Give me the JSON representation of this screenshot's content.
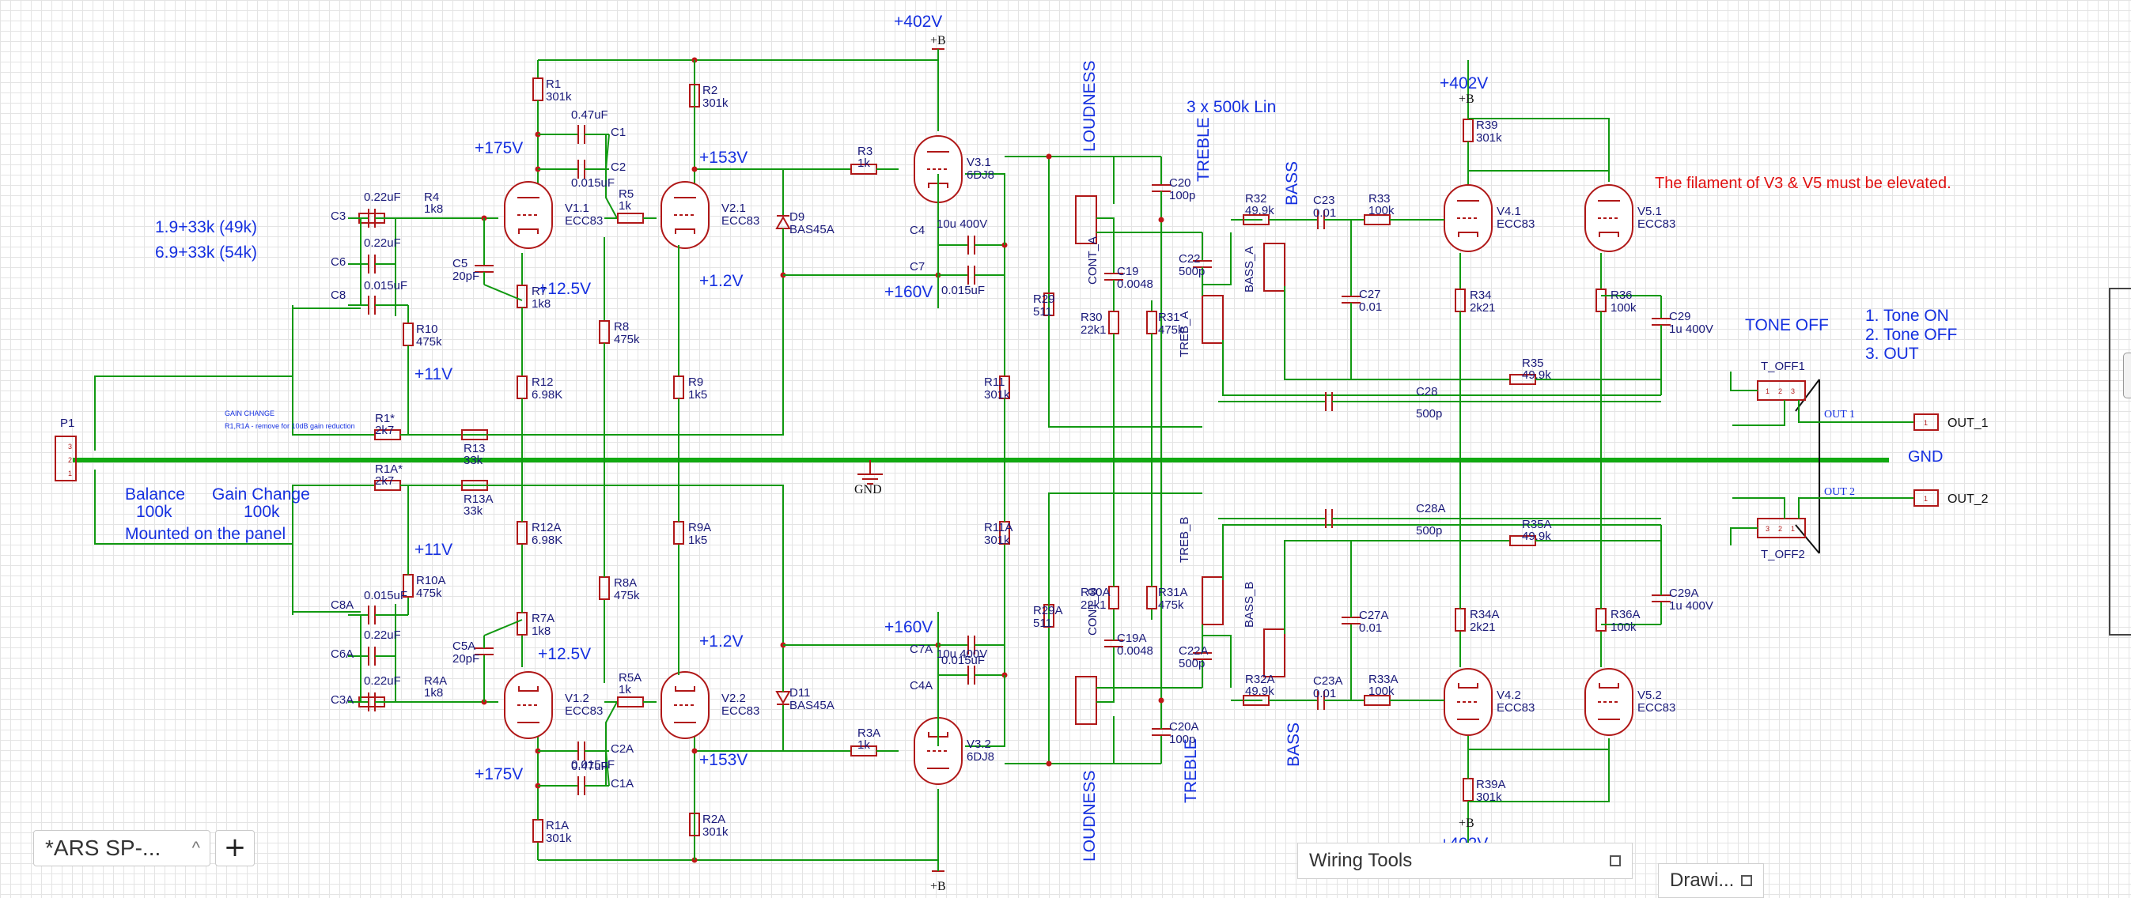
{
  "tab": {
    "title": "*ARS SP-...",
    "chevron": "^",
    "add_label": "+"
  },
  "panels": {
    "wiring_title": "Wiring Tools",
    "drawing_title": "Drawi..."
  },
  "annotations": {
    "gain1": "1.9+33k (49k)",
    "gain2": "6.9+33k (54k)",
    "gain_change_small": "GAIN CHANGE",
    "gain_change_note": "R1,R1A - remove for 10dB gain reduction",
    "balance": "Balance",
    "balance_value": "100k",
    "gain_change": "Gain Change",
    "gain_change_value": "100k",
    "mounted": "Mounted on the panel",
    "filament_note": "The filament of V3 & V5 must be elevated.",
    "pots": "3 x 500k Lin",
    "tone_off": "TONE OFF",
    "tone_on_list": [
      "1. Tone ON",
      "2. Tone OFF",
      "3. OUT"
    ],
    "loudness": "LOUDNESS",
    "treble": "TREBLE",
    "bass": "BASS"
  },
  "voltages": {
    "b402": "+402V",
    "v175": "+175V",
    "v153": "+153V",
    "v12_5": "+12.5V",
    "v1_2": "+1.2V",
    "v160": "+160V",
    "v11": "+11V",
    "plusB": "+B"
  },
  "nets": {
    "gnd": "GND",
    "gnd_symbol": "GND",
    "out1": "OUT 1",
    "out2": "OUT 2",
    "out1_conn": "OUT_1",
    "out2_conn": "OUT_2"
  },
  "connectors": {
    "p1": "P1",
    "t_off1": "T_OFF1",
    "t_off2": "T_OFF2",
    "pin1": "1"
  },
  "parts_top": {
    "R1": [
      "R1",
      "301k"
    ],
    "R2": [
      "R2",
      "301k"
    ],
    "R3": [
      "R3",
      "1k"
    ],
    "R4": [
      "R4",
      "1k8"
    ],
    "R5": [
      "R5",
      "1k"
    ],
    "R7": [
      "R7",
      "1k8"
    ],
    "R8": [
      "R8",
      "475k"
    ],
    "R9": [
      "R9",
      "1k5"
    ],
    "R10": [
      "R10",
      "475k"
    ],
    "R11": [
      "R11",
      "301k"
    ],
    "R12": [
      "R12",
      "6.98K"
    ],
    "R13": [
      "R13",
      "33k"
    ],
    "R1s": [
      "R1*",
      "2k7"
    ],
    "R29": [
      "R29",
      "511"
    ],
    "R30": [
      "R30",
      "22k1"
    ],
    "R31": [
      "R31",
      "475k"
    ],
    "R32": [
      "R32",
      "49.9k"
    ],
    "R33": [
      "R33",
      "100k"
    ],
    "R34": [
      "R34",
      "2k21"
    ],
    "R35": [
      "R35",
      "49.9k"
    ],
    "R36": [
      "R36",
      "100k"
    ],
    "R39": [
      "R39",
      "301k"
    ],
    "C1": [
      "C1",
      "0.47uF"
    ],
    "C2": [
      "C2",
      "0.015uF"
    ],
    "C3": [
      "C3",
      "0.22uF"
    ],
    "C4": [
      "C4",
      "10u 400V"
    ],
    "C5": [
      "C5",
      "20pF"
    ],
    "C6": [
      "C6",
      "0.22uF"
    ],
    "C7": [
      "C7",
      "0.015uF"
    ],
    "C8": [
      "C8",
      "0.015uF"
    ],
    "C19": [
      "C19",
      "0.0048"
    ],
    "C20": [
      "C20",
      "100p"
    ],
    "C22": [
      "C22",
      "500p"
    ],
    "C23": [
      "C23",
      "0.01"
    ],
    "C27": [
      "C27",
      "0.01"
    ],
    "C28": [
      "C28",
      "500p"
    ],
    "C29": [
      "C29",
      "1u 400V"
    ],
    "D9": [
      "D9",
      "BAS45A"
    ],
    "V1": [
      "V1.1",
      "ECC83"
    ],
    "V2": [
      "V2.1",
      "ECC83"
    ],
    "V3": [
      "V3.1",
      "6DJ8"
    ],
    "V4": [
      "V4.1",
      "ECC83"
    ],
    "V5": [
      "V5.1",
      "ECC83"
    ],
    "CONT": "CONT_A",
    "TREB": "TREB_A",
    "BASSP": "BASS_A"
  },
  "parts_bot": {
    "R1": [
      "R1A",
      "301k"
    ],
    "R2": [
      "R2A",
      "301k"
    ],
    "R3": [
      "R3A",
      "1k"
    ],
    "R4": [
      "R4A",
      "1k8"
    ],
    "R5": [
      "R5A",
      "1k"
    ],
    "R7": [
      "R7A",
      "1k8"
    ],
    "R8": [
      "R8A",
      "475k"
    ],
    "R9": [
      "R9A",
      "1k5"
    ],
    "R10": [
      "R10A",
      "475k"
    ],
    "R11": [
      "R11A",
      "301k"
    ],
    "R12": [
      "R12A",
      "6.98K"
    ],
    "R13": [
      "R13A",
      "33k"
    ],
    "R1s": [
      "R1A*",
      "2k7"
    ],
    "R29": [
      "R29A",
      "511"
    ],
    "R30": [
      "R30A",
      "22k1"
    ],
    "R31": [
      "R31A",
      "475k"
    ],
    "R32": [
      "R32A",
      "49.9k"
    ],
    "R33": [
      "R33A",
      "100k"
    ],
    "R34": [
      "R34A",
      "2k21"
    ],
    "R35": [
      "R35A",
      "49.9k"
    ],
    "R36": [
      "R36A",
      "100k"
    ],
    "R39": [
      "R39A",
      "301k"
    ],
    "C1": [
      "C1A",
      "0.47uF"
    ],
    "C2": [
      "C2A",
      "0.015uF"
    ],
    "C3": [
      "C3A",
      "0.22uF"
    ],
    "C4": [
      "C4A",
      "10u 400V"
    ],
    "C5": [
      "C5A",
      "20pF"
    ],
    "C6": [
      "C6A",
      "0.22uF"
    ],
    "C7": [
      "C7A",
      "0.015uF"
    ],
    "C8": [
      "C8A",
      "0.015uF"
    ],
    "C19": [
      "C19A",
      "0.0048"
    ],
    "C20": [
      "C20A",
      "100p"
    ],
    "C22": [
      "C22A",
      "500p"
    ],
    "C23": [
      "C23A",
      "0.01"
    ],
    "C27": [
      "C27A",
      "0.01"
    ],
    "C28": [
      "C28A",
      "500p"
    ],
    "C29": [
      "C29A",
      "1u 400V"
    ],
    "D9": [
      "D11",
      "BAS45A"
    ],
    "V1": [
      "V1.2",
      "ECC83"
    ],
    "V2": [
      "V2.2",
      "ECC83"
    ],
    "V3": [
      "V3.2",
      "6DJ8"
    ],
    "V4": [
      "V4.2",
      "ECC83"
    ],
    "V5": [
      "V5.2",
      "ECC83"
    ],
    "CONT": "CONT_B",
    "TREB": "TREB_B",
    "BASSP": "BASS_B"
  },
  "colors": {
    "wire": "#119911",
    "component": "#b01818",
    "label": "#1530e0",
    "note": "#e01010",
    "grid": "#e4e4e4"
  }
}
